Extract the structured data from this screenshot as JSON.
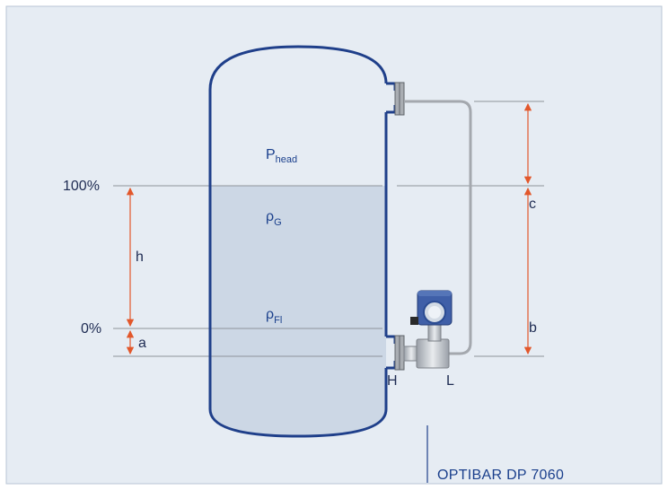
{
  "labels": {
    "level_max": "100%",
    "level_min": "0%",
    "h": "h",
    "a": "a",
    "b": "b",
    "c": "c",
    "port_high": "H",
    "port_low": "L",
    "p_main": "P",
    "p_sub": "head",
    "rho_gas_main": "ρ",
    "rho_gas_sub": "G",
    "rho_fluid_main": "ρ",
    "rho_fluid_sub": "Fl"
  },
  "product": "OPTIBAR DP 7060",
  "colors": {
    "background": "#e6ecf3",
    "frame": "#b8c5d4",
    "vessel_outline": "#1f3f8a",
    "liquid": "#ccd7e5",
    "impulse_line": "#a4a8ae",
    "reference_line": "#8e939a",
    "dimension_arrow": "#e2572b",
    "label": "#1a3f8c"
  }
}
